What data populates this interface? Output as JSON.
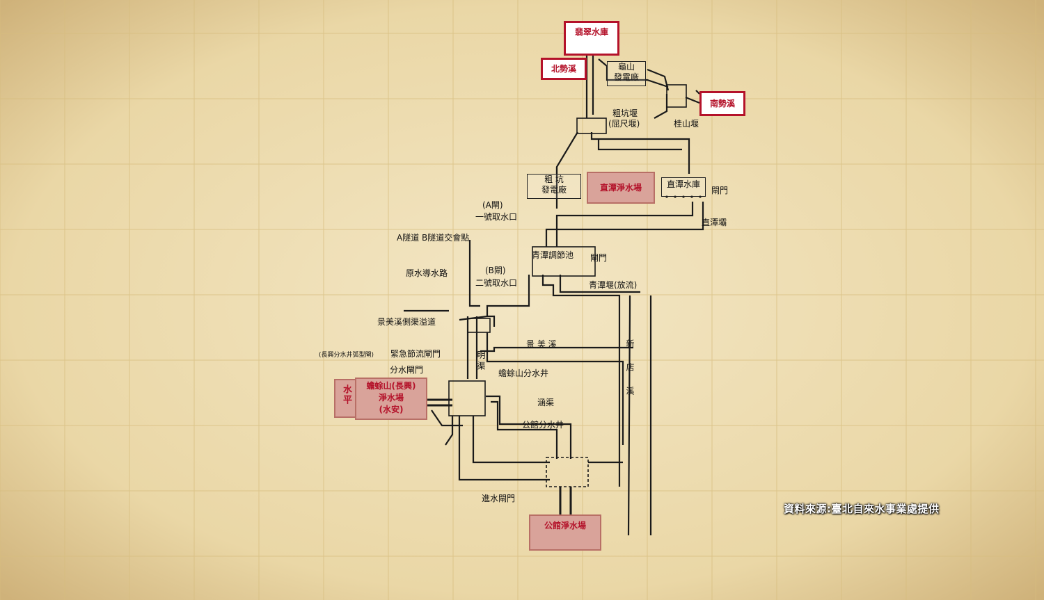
{
  "labels": {
    "feitsui": "翡翠水庫",
    "beishi": "北勢溪",
    "nanshi": "南勢溪",
    "guishan": "龜山",
    "guishan_plant": "發電廠",
    "cukeng_weir": "粗坑堰",
    "cukeng_weir_sub": "(屈尺堰)",
    "guishan_weir": "桂山堰",
    "cukeng_station_1": "粗 坑",
    "cukeng_station_2": "發電廠",
    "zhitan_plant": "直潭淨水場",
    "zhitan_reservoir": "直潭水庫",
    "gate_a": "閘門",
    "zhitan_weir": "直潭壩",
    "a_gate": "(A閘)",
    "intake_1": "一號取水口",
    "tunnel_junction": "A隧道 B隧道交會點",
    "qingtan_pond": "青潭調節池",
    "gate_b": "閘門",
    "b_gate": "(B閘)",
    "intake_2": "二號取水口",
    "raw_water": "原水導水路",
    "qingtan_weir": "青潭堰(放流)",
    "jingmei_overflow": "景美溪側渠溢道",
    "jingmei_river": "景 美 溪",
    "xindian_river": "新店溪",
    "changxing_gate": "(長興分水井弧型閘)",
    "emergency_gate": "緊急節流閘門",
    "open_channel": "明渠",
    "split_gate": "分水閘門",
    "hamashan_well": "蟾蜍山分水井",
    "level": "水平",
    "hamashan_plant_1": "蟾蜍山(長興)",
    "hamashan_plant_2": "淨水場",
    "hamashan_plant_3": "(水安)",
    "culvert": "涵渠",
    "gongguan_well": "公館分水井",
    "inlet_gate": "進水閘門",
    "gongguan_plant": "公館淨水場"
  },
  "source": "資料來源:臺北自來水事業處提供",
  "colors": {
    "paper": "#eddcb3",
    "grid": "#d7bd7e",
    "red": "#b4122a",
    "pink": "#d9a39a"
  }
}
